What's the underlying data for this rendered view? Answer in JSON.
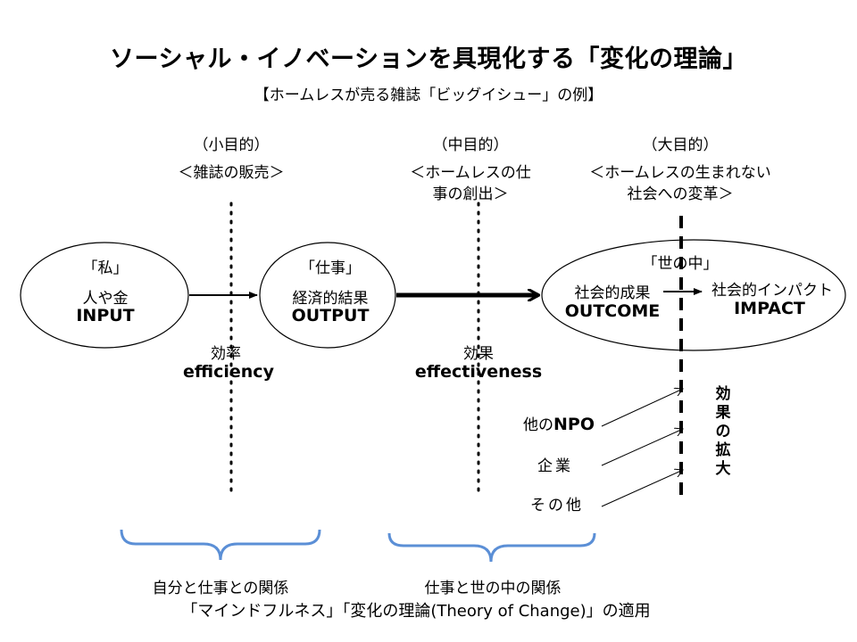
{
  "title": "ソーシャル・イノベーションを具現化する「変化の理論」",
  "subtitle": "【ホームレスが売る雑誌「ビッグイシュー」の例】",
  "stages": {
    "small": {
      "label": "（小目的）",
      "goal": "＜雑誌の販売＞"
    },
    "medium": {
      "label": "（中目的）",
      "goal_line1": "＜ホームレスの仕",
      "goal_line2": "事の創出＞"
    },
    "large": {
      "label": "（大目的）",
      "goal_line1": "＜ホームレスの生まれない",
      "goal_line2": "社会への変革＞"
    }
  },
  "nodes": {
    "input": {
      "bracket": "「私」",
      "jp": "人や金",
      "en": "INPUT"
    },
    "output": {
      "bracket": "「仕事」",
      "jp": "経済的結果",
      "en": "OUTPUT"
    },
    "society": {
      "bracket": "「世の中」"
    },
    "outcome": {
      "jp": "社会的成果",
      "en": "OUTCOME"
    },
    "impact": {
      "jp": "社会的インパクト",
      "en": "IMPACT"
    }
  },
  "measures": {
    "efficiency": {
      "jp": "効率",
      "en": "efficiency"
    },
    "effectiveness": {
      "jp": "効果",
      "en": "effectiveness"
    }
  },
  "actors": [
    "他のNPO",
    "企業",
    "その他"
  ],
  "effect_expand": "効果の拡大",
  "relations": {
    "left": "自分と仕事との関係",
    "right": "仕事と世の中の関係"
  },
  "footer": "「マインドフルネス」「変化の理論(Theory of Change)」の適用",
  "colors": {
    "brace": "#5b8fd6",
    "line": "#000000"
  }
}
